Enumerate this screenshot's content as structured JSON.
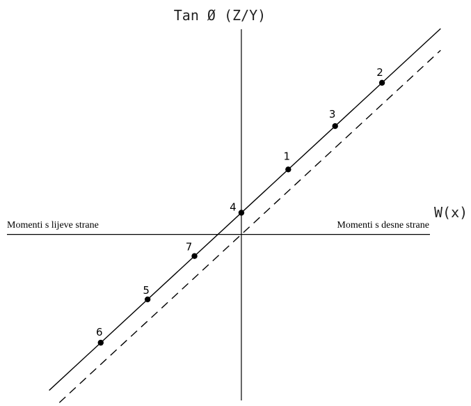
{
  "chart_data": {
    "type": "scatter",
    "y_axis_title": "Tan Ø (Z/Y)",
    "x_axis_title": "W(x)",
    "left_label": "Momenti s lijeve strane",
    "right_label": "Momenti s desne strane",
    "xlim": [
      -5.0,
      4.75
    ],
    "ylim": [
      -4.3,
      4.75
    ],
    "grid": false,
    "points": [
      {
        "label": "1",
        "x": 1.0,
        "y": 1.0
      },
      {
        "label": "2",
        "x": 3.0,
        "y": 3.0
      },
      {
        "label": "3",
        "x": 2.0,
        "y": 2.0
      },
      {
        "label": "4",
        "x": 0.0,
        "y": 0.0
      },
      {
        "label": "5",
        "x": -2.0,
        "y": -2.0
      },
      {
        "label": "6",
        "x": -3.0,
        "y": -3.0
      },
      {
        "label": "7",
        "x": -1.0,
        "y": -1.0
      }
    ],
    "lines": [
      {
        "style": "solid",
        "from": [
          -4.1,
          -4.1
        ],
        "to": [
          4.25,
          4.25
        ]
      },
      {
        "style": "dashed",
        "from": [
          -4.1,
          -4.6
        ],
        "to": [
          4.25,
          3.75
        ]
      }
    ]
  }
}
